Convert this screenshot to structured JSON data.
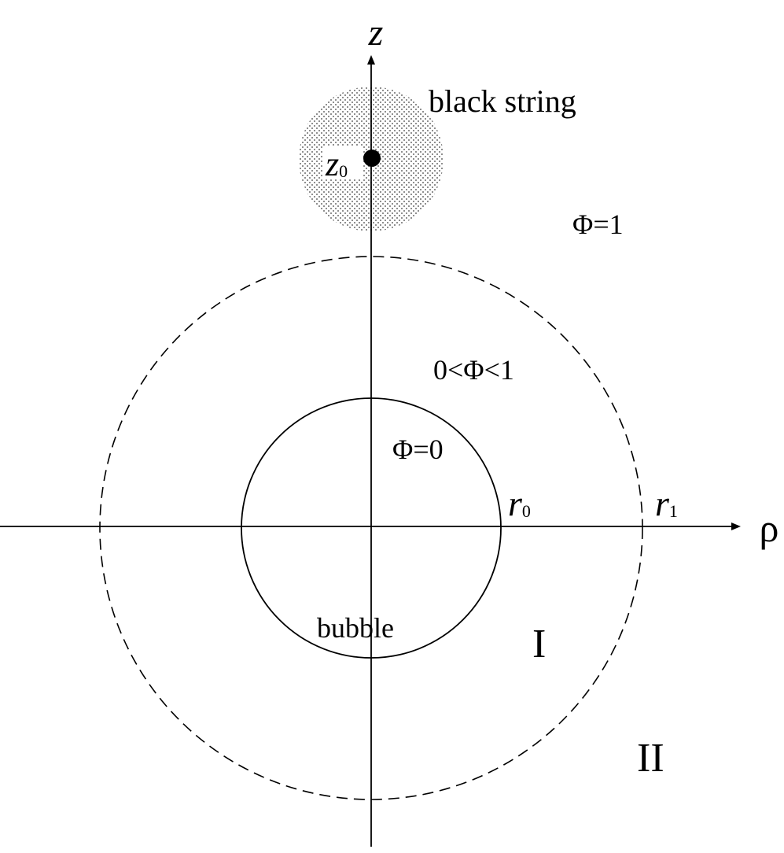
{
  "diagram": {
    "axes": {
      "horizontal_label": "ρ",
      "vertical_label": "z"
    },
    "black_string": {
      "label": "black string",
      "position_label_main": "z",
      "position_label_sub": "0"
    },
    "regions": {
      "outer_phi": "Φ=1",
      "shell_phi": "0<Φ<1",
      "inner_phi": "Φ=0",
      "bubble": "bubble",
      "region_one": "I",
      "region_two": "II"
    },
    "radii": {
      "inner_main": "r",
      "inner_sub": "0",
      "outer_main": "r",
      "outer_sub": "1"
    },
    "colors": {
      "line": "#000000",
      "stipple": "#9a9a9a",
      "background": "#ffffff"
    }
  }
}
